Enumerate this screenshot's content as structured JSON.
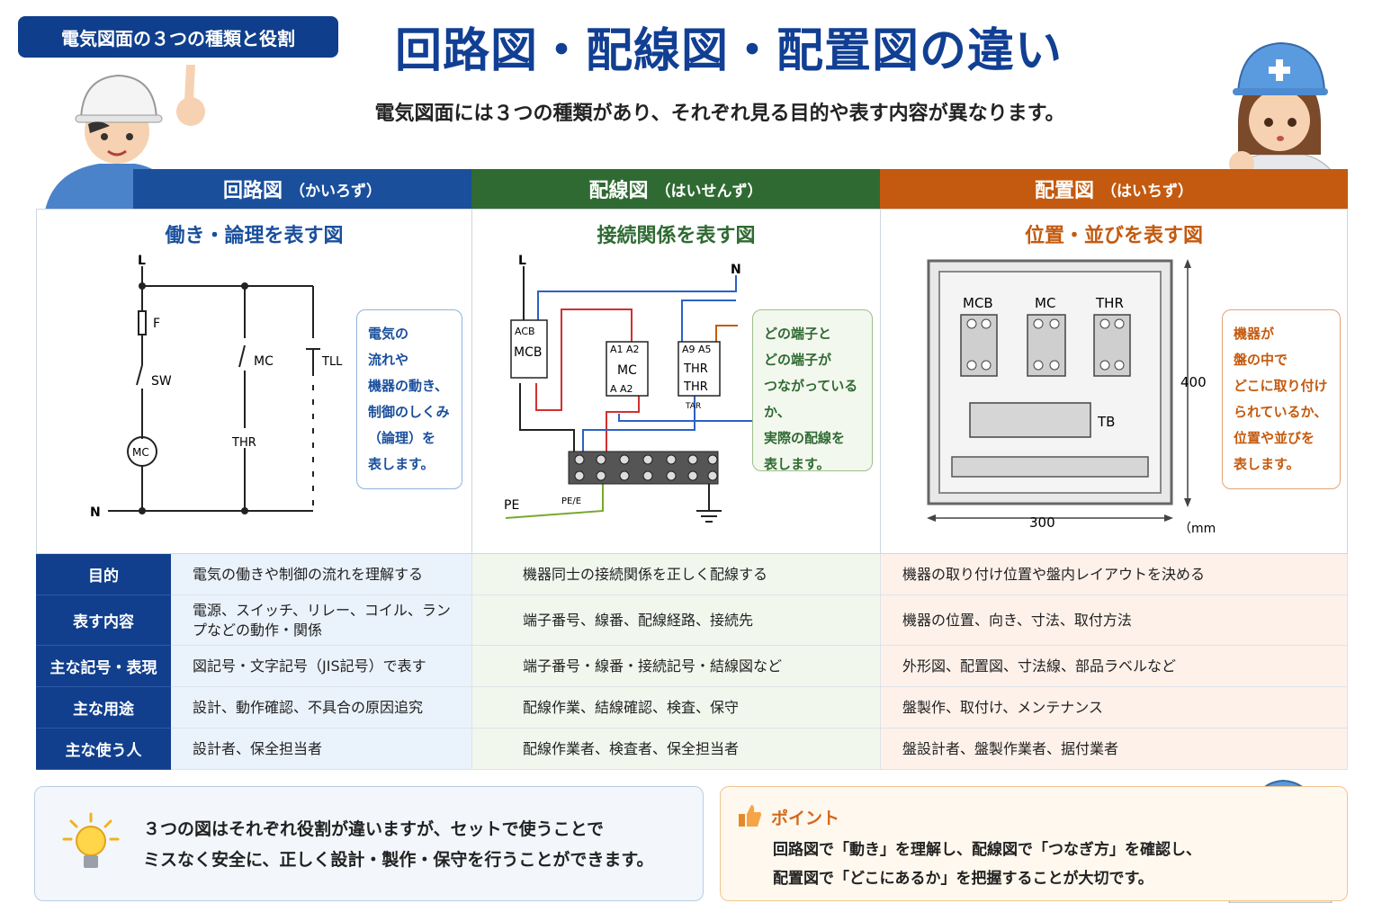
{
  "header": {
    "badge": "電気図面の３つの種類と役割",
    "title": "回路図・配線図・配置図の違い",
    "subtitle": "電気図面には３つの種類があり、それぞれ見る目的や表す内容が異なります。"
  },
  "colors": {
    "circuit": "#1a4f9c",
    "wiring": "#2f6a32",
    "layout": "#c45a0f",
    "navy": "#113f8d"
  },
  "columns": [
    {
      "heading": "回路図",
      "reading": "（かいろず）",
      "tagline": "働き・論理を表す図",
      "callout": [
        "電気の",
        "流れや",
        "機器の動き、",
        "制御のしくみ",
        "（論理）を",
        "表します。"
      ]
    },
    {
      "heading": "配線図",
      "reading": "（はいせんず）",
      "tagline": "接続関係を表す図",
      "callout": [
        "どの端子と",
        "どの端子が",
        "つながっているか、",
        "実際の配線を",
        "表します。"
      ]
    },
    {
      "heading": "配置図",
      "reading": "（はいちず）",
      "tagline": "位置・並びを表す図",
      "callout": [
        "機器が",
        "盤の中で",
        "どこに取り付け",
        "られているか、",
        "位置や並びを",
        "表します。"
      ]
    }
  ],
  "circuit_labels": {
    "L": "L",
    "N": "N",
    "F": "F",
    "SW": "SW",
    "MC_coil": "MC",
    "MC": "MC",
    "THR": "THR",
    "TLL": "TLL"
  },
  "wiring_labels": {
    "L": "L",
    "N": "N",
    "MCB_top": "ACB",
    "MCB": "MCB",
    "MC_top": "A1  A2",
    "MC": "MC",
    "MC_bot": "A   A2",
    "THR_top": "A9  A5",
    "THR": "THR",
    "THR2": "THR",
    "THR_bot": "TAR",
    "PE": "PE",
    "PE_tag": "PE/E"
  },
  "layout_labels": {
    "MCB": "MCB",
    "MC": "MC",
    "THR": "THR",
    "TB": "TB",
    "height": "400",
    "width": "300",
    "unit": "（mm）"
  },
  "table": {
    "rows": [
      {
        "label": "目的",
        "cells": [
          "電気の働きや制御の流れを理解する",
          "機器同士の接続関係を正しく配線する",
          "機器の取り付け位置や盤内レイアウトを決める"
        ]
      },
      {
        "label": "表す内容",
        "cells": [
          "電源、スイッチ、リレー、コイル、ランプなどの動作・関係",
          "端子番号、線番、配線経路、接続先",
          "機器の位置、向き、寸法、取付方法"
        ]
      },
      {
        "label": "主な記号・表現",
        "cells": [
          "図記号・文字記号（JIS記号）で表す",
          "端子番号・線番・接続記号・結線図など",
          "外形図、配置図、寸法線、部品ラベルなど"
        ]
      },
      {
        "label": "主な用途",
        "cells": [
          "設計、動作確認、不具合の原因追究",
          "配線作業、結線確認、検査、保守",
          "盤製作、取付け、メンテナンス"
        ]
      },
      {
        "label": "主な使う人",
        "cells": [
          "設計者、保全担当者",
          "配線作業者、検査者、保全担当者",
          "盤設計者、盤製作業者、据付業者"
        ]
      }
    ]
  },
  "summary": {
    "line1": "３つの図はそれぞれ役割が違いますが、セットで使うことで",
    "line2": "ミスなく安全に、正しく設計・製作・保守を行うことができます。"
  },
  "point": {
    "title": "ポイント",
    "line1": "回路図で「動き」を理解し、配線図で「つなぎ方」を確認し、",
    "line2": "配置図で「どこにあるか」を把握することが大切です。"
  }
}
